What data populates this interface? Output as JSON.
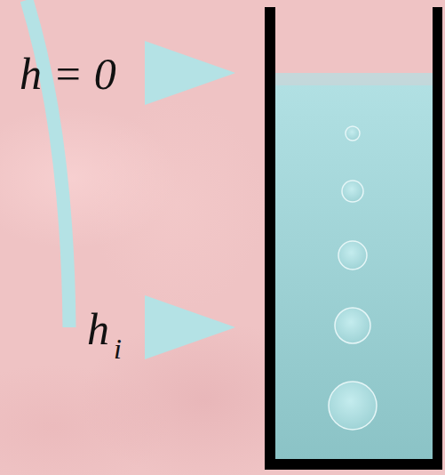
{
  "diagram": {
    "labels": [
      "h = 0",
      "h",
      "i"
    ]
  }
}
